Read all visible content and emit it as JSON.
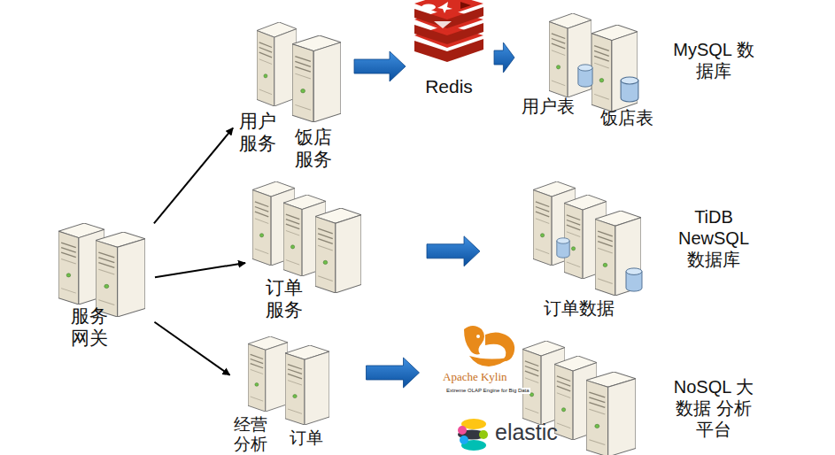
{
  "diagram": {
    "nodes": [
      {
        "text": [
          "服务 网关"
        ]
      },
      {
        "text": [
          "用户 服务"
        ]
      },
      {
        "text": [
          "饭店 服务"
        ]
      },
      {
        "text": [
          "Redis"
        ]
      },
      {
        "text": [
          "用户表"
        ]
      },
      {
        "text": [
          "饭店表"
        ]
      },
      {
        "text": [
          "订单 服务"
        ]
      },
      {
        "text": [
          "订单数据"
        ]
      },
      {
        "text": [
          "经营 分析"
        ]
      },
      {
        "text": [
          "订单"
        ]
      },
      {
        "text": [
          "Apache Kylin",
          "Extreme OLAP Engine for Big Data"
        ]
      },
      {
        "text": [
          "elastic"
        ]
      }
    ],
    "edges": [
      {
        "from": 0,
        "to": 1,
        "arrow": "to"
      },
      {
        "from": 0,
        "to": 6,
        "arrow": "to"
      },
      {
        "from": 0,
        "to": 8,
        "arrow": "to"
      },
      {
        "from": 2,
        "to": 3,
        "arrow": "to"
      },
      {
        "from": 3,
        "to": 4,
        "arrow": "to"
      },
      {
        "from": 6,
        "to": 7,
        "arrow": "to"
      },
      {
        "from": 9,
        "to": 10,
        "arrow": "to"
      }
    ],
    "labels": [
      "MySQL 数据库",
      "TiDB NewSQL 数据库",
      "NoSQL 大数据 分析平台"
    ]
  }
}
